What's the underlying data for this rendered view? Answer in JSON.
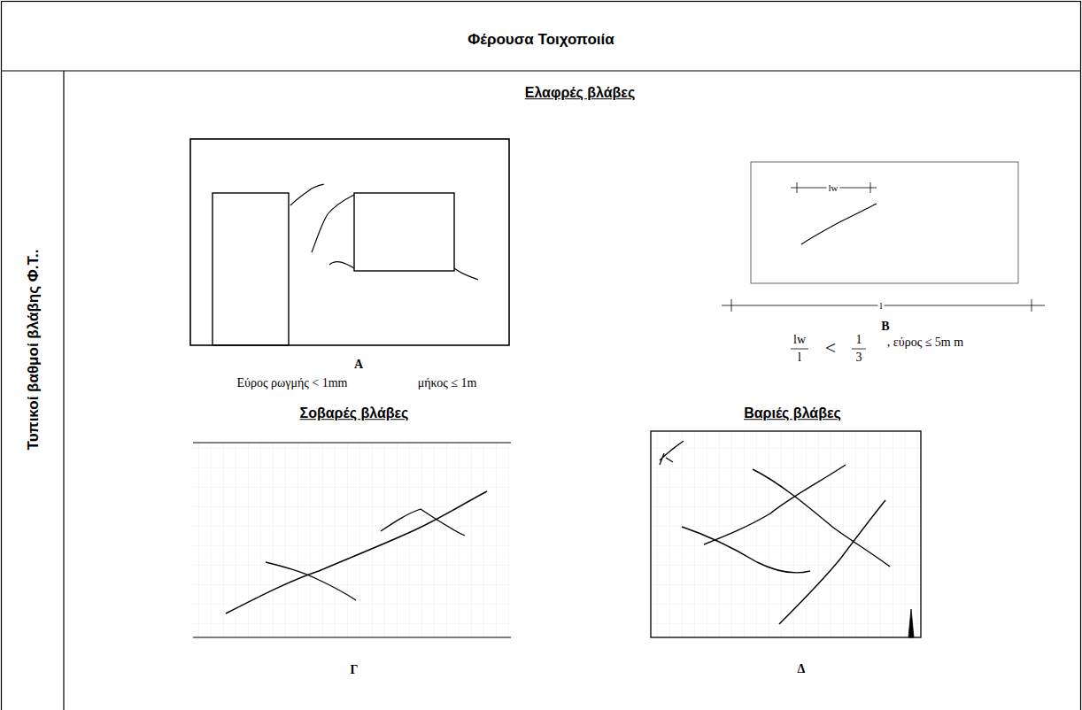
{
  "diagram": {
    "title": "Φέρουσα Τοιχοποιία",
    "labels": [
      "Τυπικοί βαθμοί βλάβης Φ.Τ..",
      "Ελαφρές βλάβες",
      "A",
      "Εύρος ρωγμής < 1mm",
      "μήκος ≤ 1m",
      "lw",
      "l",
      "B",
      "lw",
      "l",
      "<",
      "1",
      "3",
      ", εύρος ≤ 5m m",
      "Σοβαρές βλάβες",
      "Βαριές βλάβες",
      "Γ",
      "Δ"
    ]
  }
}
